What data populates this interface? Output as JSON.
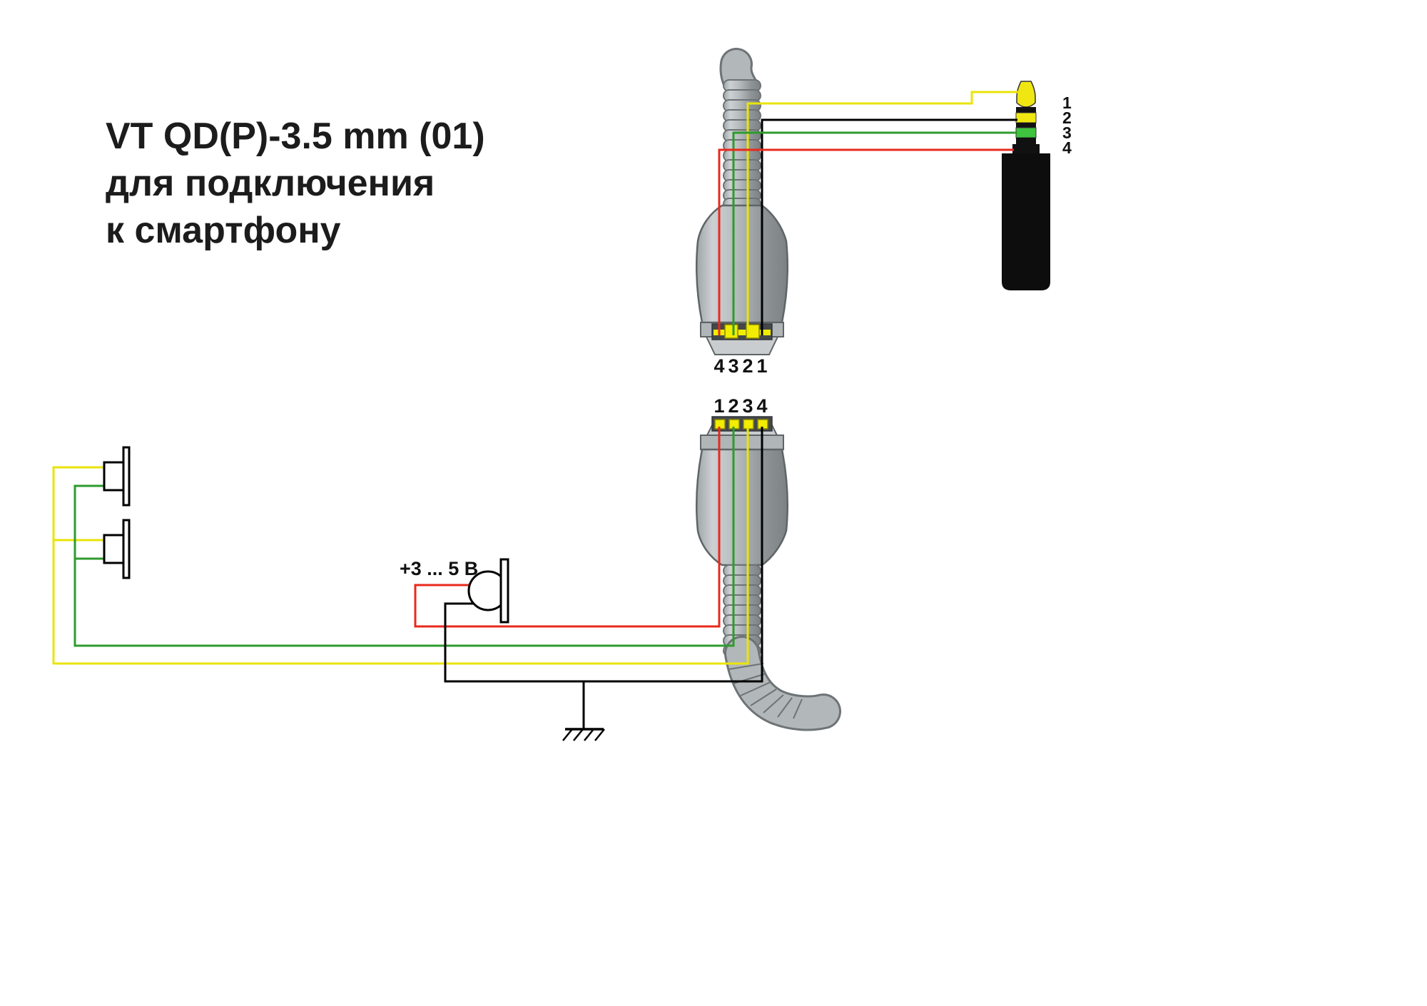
{
  "title": {
    "line1": "VT QD(P)-3.5 mm (01)",
    "line2": "для подключения",
    "line3": "к смартфону"
  },
  "labels": {
    "mic_voltage": "+3 ... 5 В",
    "qd_top_pins": [
      "4",
      "3",
      "2",
      "1"
    ],
    "qd_bottom_pins": [
      "1",
      "2",
      "3",
      "4"
    ],
    "jack_pins": [
      "1",
      "2",
      "3",
      "4"
    ]
  },
  "colors": {
    "wire_yellow": "#e9e409",
    "wire_green": "#2e9b2e",
    "wire_red": "#e8291d",
    "wire_black": "#000000",
    "jack_tip": "#f0e712",
    "jack_ring2": "#f0e712",
    "jack_ring3": "#3ec43e",
    "jack_body": "#0d0d0d",
    "pin_yellow": "#f2ed00",
    "connector_gray": "#b2b7b9"
  }
}
